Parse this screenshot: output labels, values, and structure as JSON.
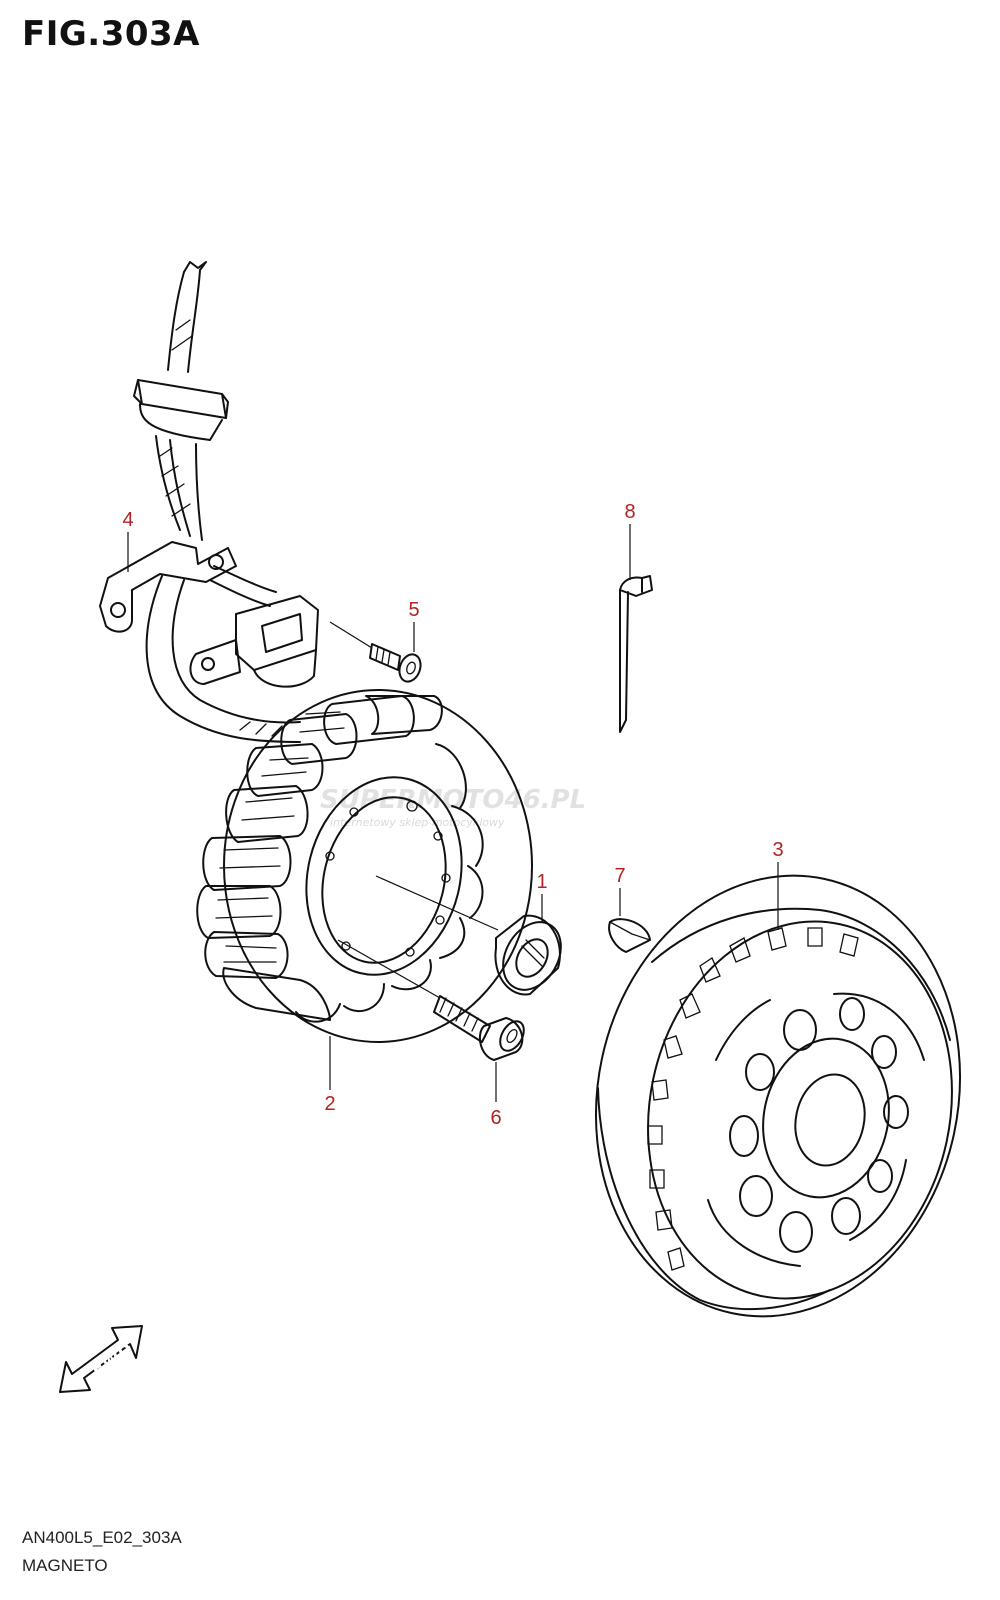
{
  "figure": {
    "title": "FIG.303A",
    "code": "AN400L5_E02_303A",
    "name": "MAGNETO"
  },
  "callouts": [
    "1",
    "2",
    "3",
    "4",
    "5",
    "6",
    "7",
    "8"
  ],
  "fwd_label": "FWD",
  "watermark": {
    "text": "SUPERMOTO46.PL",
    "sub": "internetowy sklep motocyklowy"
  },
  "colors": {
    "callout": "#b22222",
    "line": "#111111"
  }
}
